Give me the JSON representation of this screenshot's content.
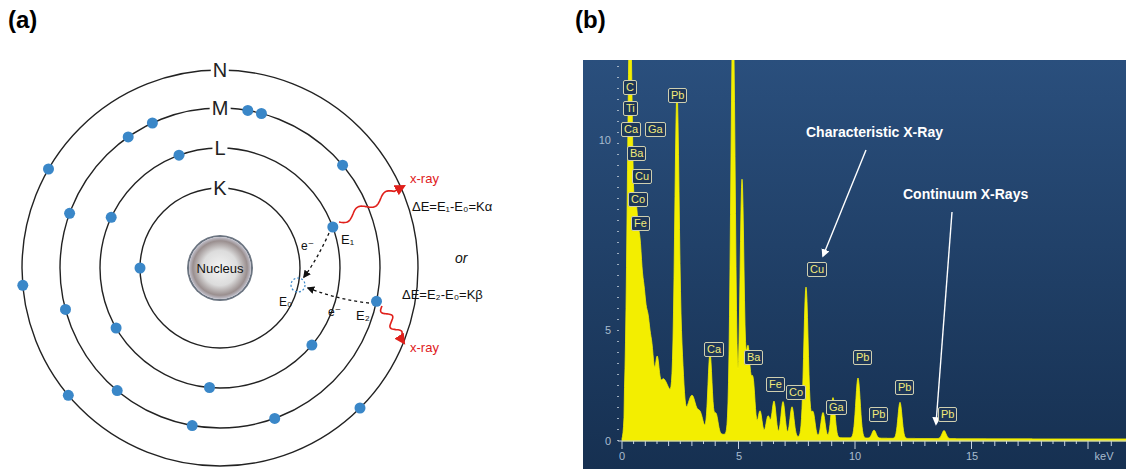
{
  "diagram": {
    "nodes": [
      {
        "text": [
          "Nucleus"
        ]
      },
      {
        "text": [
          "C"
        ]
      },
      {
        "text": [
          "Ti"
        ]
      },
      {
        "text": [
          "Ca"
        ]
      },
      {
        "text": [
          "Ga"
        ]
      },
      {
        "text": [
          "Ba"
        ]
      },
      {
        "text": [
          "Cu"
        ]
      },
      {
        "text": [
          "Co"
        ]
      },
      {
        "text": [
          "Fe"
        ]
      },
      {
        "text": [
          "Pb"
        ]
      },
      {
        "text": [
          "Ca"
        ]
      },
      {
        "text": [
          "Ba"
        ]
      },
      {
        "text": [
          "Fe"
        ]
      },
      {
        "text": [
          "Co"
        ]
      },
      {
        "text": [
          "Cu"
        ]
      },
      {
        "text": [
          "Ga"
        ]
      },
      {
        "text": [
          "Pb"
        ]
      },
      {
        "text": [
          "Pb"
        ]
      },
      {
        "text": [
          "Pb"
        ]
      },
      {
        "text": [
          "Pb"
        ]
      }
    ],
    "labels": [
      "(a)",
      "(b)",
      "N",
      "M",
      "L",
      "K",
      "x-ray",
      "ΔE=E₁-E₀=Kα",
      "or",
      "E₁",
      "e⁻",
      "E₀",
      "e⁻",
      "E₂",
      "ΔE=E₂-E₀=Kβ",
      "x-ray",
      "10",
      "5",
      "0",
      "0",
      "5",
      "10",
      "15",
      "keV",
      "Characteristic X-Ray",
      "Continuum X-Rays"
    ]
  }
}
